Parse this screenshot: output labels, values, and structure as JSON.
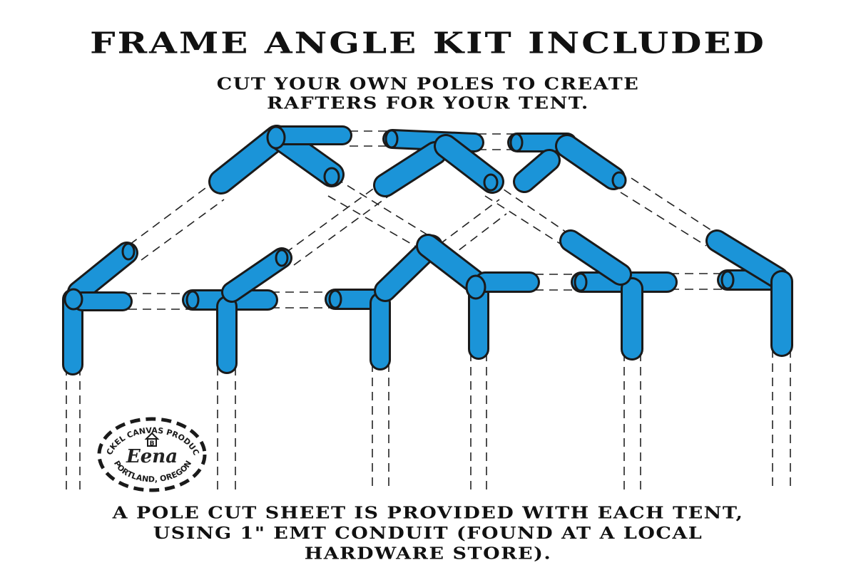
{
  "title": "FRAME ANGLE KIT INCLUDED",
  "subtitle": {
    "line1": "CUT YOUR OWN POLES TO CREATE",
    "line2": "RAFTERS FOR YOUR TENT."
  },
  "footer": {
    "line1": "A POLE CUT SHEET IS PROVIDED WITH EACH TENT,",
    "line2": "USING 1\" EMT CONDUIT (FOUND AT A LOCAL",
    "line3": "HARDWARE STORE)."
  },
  "stamp": {
    "top_text": "BECKEL CANVAS PRODUCTS",
    "brand": "Eena",
    "bottom_text": "PORTLAND, OREGON",
    "icon": "house-logo-icon"
  },
  "colors": {
    "fitting_blue": "#1b94d8",
    "outline": "#1a1a1a",
    "background": "#ffffff"
  },
  "diagram": {
    "fittings": [
      {
        "name": "ridge-angle-front",
        "type": "ridge-3way"
      },
      {
        "name": "ridge-tee-middle",
        "type": "ridge-4way"
      },
      {
        "name": "ridge-angle-rear",
        "type": "ridge-3way"
      },
      {
        "name": "eave-corner-front-left",
        "type": "corner-3way"
      },
      {
        "name": "eave-tee-left-mid",
        "type": "side-4way"
      },
      {
        "name": "eave-tee-left-rear",
        "type": "side-3way"
      },
      {
        "name": "eave-corner-front-right",
        "type": "corner-3way"
      },
      {
        "name": "eave-tee-right-mid",
        "type": "side-4way"
      },
      {
        "name": "eave-corner-rear-right",
        "type": "corner-3way"
      }
    ]
  }
}
